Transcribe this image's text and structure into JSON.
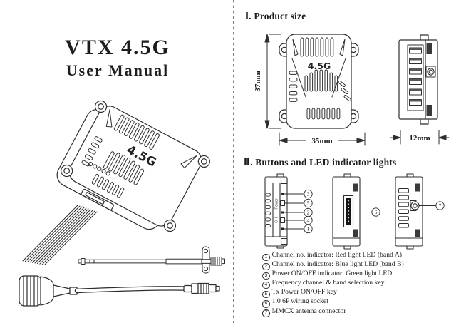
{
  "cover": {
    "title": "VTX 4.5G",
    "subtitle": "User Manual",
    "device_label": "4.5G"
  },
  "section1": {
    "heading": "Ⅰ. Product size",
    "top_view_label": "4.5G",
    "dim_height": "37mm",
    "dim_width": "35mm",
    "dim_depth": "12mm"
  },
  "section2": {
    "heading": "Ⅱ. Buttons and LED indicator lights",
    "power_label": "Power",
    "ch_label": "CH",
    "callouts": {
      "c1": "1",
      "c2": "2",
      "c3": "3",
      "c4": "4",
      "c5": "5",
      "c6": "6",
      "c7": "7"
    }
  },
  "legend": {
    "items": [
      {
        "num": "1",
        "text": "Channel no. indicator: Red light LED (band A)"
      },
      {
        "num": "2",
        "text": "Channel no. indicator: Blue light LED (band B)"
      },
      {
        "num": "3",
        "text": "Power ON/OFF indicator: Green light LED"
      },
      {
        "num": "4",
        "text": "Frequency channel & band selection key"
      },
      {
        "num": "5",
        "text": "Tx Power ON/OFF key"
      },
      {
        "num": "6",
        "text": "1.0 6P wiring socket"
      },
      {
        "num": "7",
        "text": "MMCX antenna connector"
      }
    ]
  }
}
